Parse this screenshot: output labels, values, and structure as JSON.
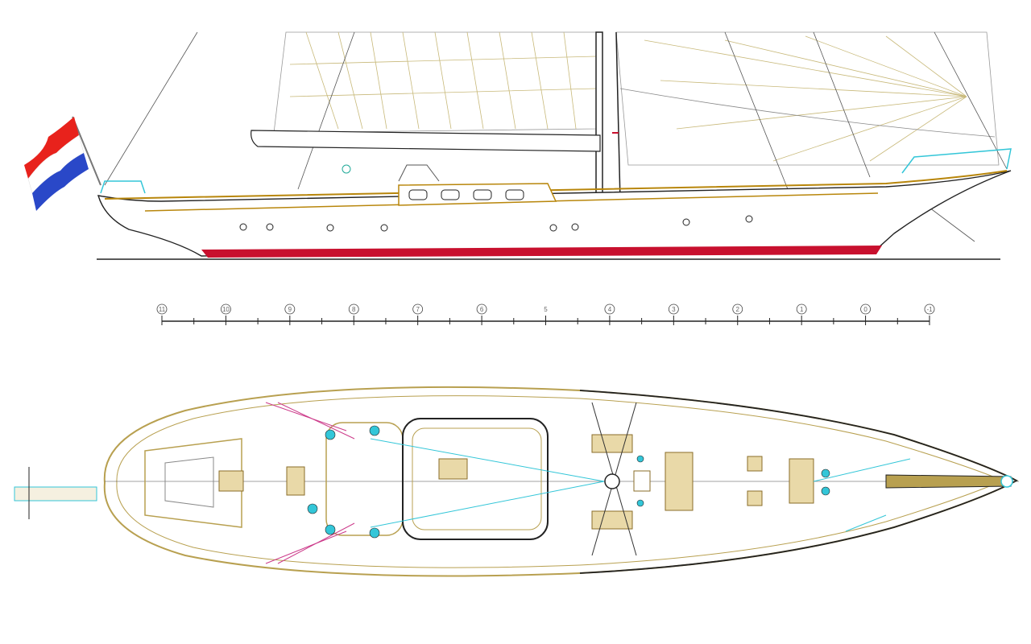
{
  "drawing": {
    "colors": {
      "outline": "#222222",
      "sail": "#c8b97a",
      "deck_trim": "#b8860b",
      "waterline": "#c8102e",
      "rail": "#33c6d8",
      "rigging": "#cc3a8a",
      "flag_red": "#e8221c",
      "flag_white": "#ffffff",
      "flag_blue": "#2a48c8"
    },
    "scale": {
      "stations": [
        "11",
        "10",
        "9",
        "8",
        "7",
        "6",
        "5",
        "4",
        "3",
        "2",
        "1",
        "0",
        "-1"
      ]
    }
  }
}
